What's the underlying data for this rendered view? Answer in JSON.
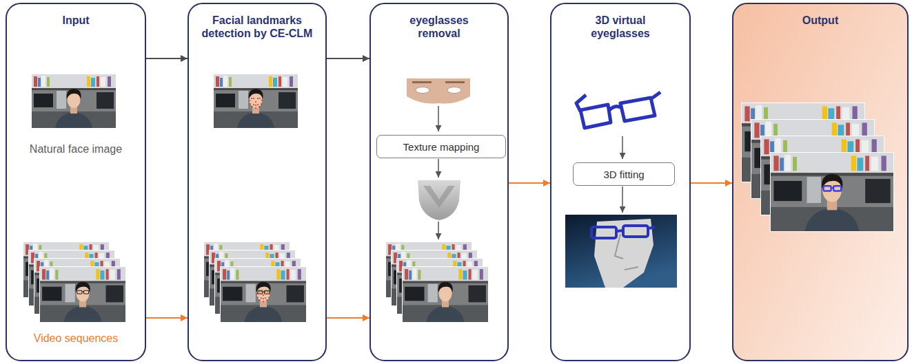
{
  "diagram": {
    "nodes": [
      {
        "text": [
          "Input",
          "Natural face image",
          "Video sequences"
        ]
      },
      {
        "text": [
          "Facial landmarks detection by CE-CLM"
        ]
      },
      {
        "text": [
          "eyeglasses removal"
        ]
      },
      {
        "text": [
          "Texture mapping"
        ],
        "in": 2
      },
      {
        "text": [
          "3D virtual eyeglasses"
        ]
      },
      {
        "text": [
          "3D fitting"
        ],
        "in": 4
      },
      {
        "text": [
          "Output"
        ]
      }
    ],
    "edges": [
      {
        "from": 0,
        "to": 1,
        "arrow": "to"
      },
      {
        "from": 0,
        "to": 1,
        "arrow": "to"
      },
      {
        "from": 1,
        "to": 2,
        "arrow": "to"
      },
      {
        "from": 1,
        "to": 2,
        "arrow": "to"
      },
      {
        "from": 2,
        "to": 4,
        "arrow": "to"
      },
      {
        "from": 4,
        "to": 6,
        "arrow": "to"
      }
    ]
  }
}
